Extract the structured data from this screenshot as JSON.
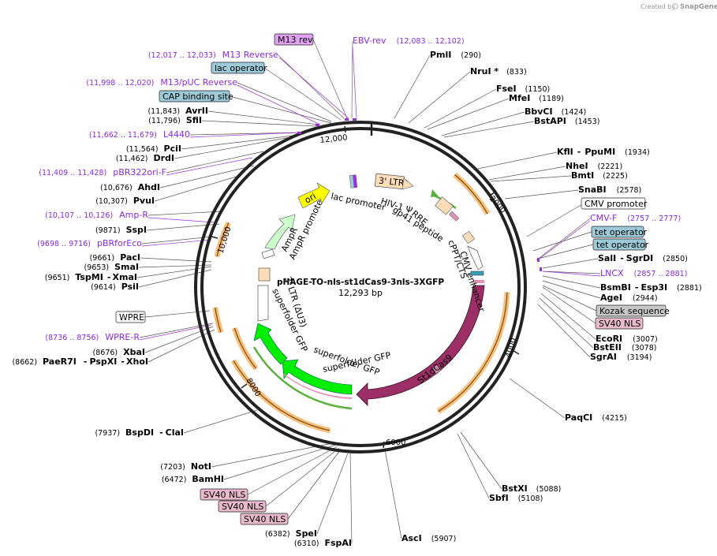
{
  "credit": {
    "prefix": "Created by",
    "brand": "SnapGene"
  },
  "plasmid": {
    "name": "pHAGE-TO-nls-st1dCas9-3nls-3XGFP",
    "length_label": "12,293 bp"
  },
  "ruler_ticks": [
    "2000",
    "4000",
    "6000",
    "8000",
    "10,000",
    "12,000"
  ],
  "sites_right": [
    {
      "name": "PmlI",
      "pos": "(290)"
    },
    {
      "name": "NruI *",
      "pos": "(833)"
    },
    {
      "name": "FseI",
      "pos": "(1150)"
    },
    {
      "name": "MfeI",
      "pos": "(1189)"
    },
    {
      "name": "BbvCI",
      "pos": "(1424)"
    },
    {
      "name": "BstAPI",
      "pos": "(1453)"
    },
    {
      "name": "KflI",
      "sep": "-",
      "name2": "PpuMI",
      "pos": "(1934)"
    },
    {
      "name": "NheI",
      "pos": "(2221)"
    },
    {
      "name": "BmtI",
      "pos": "(2225)"
    },
    {
      "name": "SnaBI",
      "pos": "(2578)"
    },
    {
      "name": "SalI",
      "sep": "-",
      "name2": "SgrDI",
      "pos": "(2850)"
    },
    {
      "name": "BsmBI",
      "sep": "-",
      "name2": "Esp3I",
      "pos": "(2881)"
    },
    {
      "name": "AgeI",
      "pos": "(2944)"
    },
    {
      "name": "EcoRI",
      "pos": "(3007)"
    },
    {
      "name": "BstEII",
      "pos": "(3078)"
    },
    {
      "name": "SgrAI",
      "pos": "(3194)"
    },
    {
      "name": "PaqCI",
      "pos": "(4215)"
    },
    {
      "name": "BstXI",
      "pos": "(5088)"
    },
    {
      "name": "SbfI",
      "pos": "(5108)"
    },
    {
      "name": "AscI",
      "pos": "(5907)"
    }
  ],
  "sites_left": [
    {
      "name": "AvrII",
      "pos": "(11,843)"
    },
    {
      "name": "SfiI",
      "pos": "(11,796)"
    },
    {
      "name": "PciI",
      "pos": "(11,564)"
    },
    {
      "name": "DrdI",
      "pos": "(11,462)"
    },
    {
      "name": "AhdI",
      "pos": "(10,676)"
    },
    {
      "name": "PvuI",
      "pos": "(10,307)"
    },
    {
      "name": "SspI",
      "pos": "(9871)"
    },
    {
      "name": "PacI",
      "pos": "(9661)"
    },
    {
      "name": "SmaI",
      "pos": "(9653)"
    },
    {
      "name": "TspMI",
      "sep": "-",
      "name2": "XmaI",
      "pos": "(9651)"
    },
    {
      "name": "PsiI",
      "pos": "(9614)"
    },
    {
      "name": "XbaI",
      "pos": "(8676)"
    },
    {
      "name": "PaeR7I",
      "sep": "-",
      "name2": "PspXI",
      "sep2": "-",
      "name3": "XhoI",
      "pos": "(8662)"
    },
    {
      "name": "BspDI",
      "sep": "-",
      "name2": "ClaI",
      "pos": "(7937)"
    },
    {
      "name": "NotI",
      "pos": "(7203)"
    },
    {
      "name": "BamHI",
      "pos": "(6472)"
    },
    {
      "name": "SpeI",
      "pos": "(6382)"
    },
    {
      "name": "FspAI",
      "pos": "(6310)"
    }
  ],
  "primers": [
    {
      "name": "EBV-rev",
      "pos": "(12,083 .. 12,102)"
    },
    {
      "name": "M13 Reverse",
      "pos": "(12,017 .. 12,033)"
    },
    {
      "name": "M13/pUC Reverse",
      "pos": "(11,998 .. 12,020)"
    },
    {
      "name": "L4440",
      "pos": "(11,662 .. 11,679)"
    },
    {
      "name": "pBR322ori-F",
      "pos": "(11,409 .. 11,428)"
    },
    {
      "name": "Amp-R",
      "pos": "(10,107 .. 10,126)"
    },
    {
      "name": "pBRforEco",
      "pos": "(9698 .. 9716)"
    },
    {
      "name": "WPRE-R",
      "pos": "(8736 .. 8756)"
    },
    {
      "name": "CMV-F",
      "pos": "(2757 .. 2777)"
    },
    {
      "name": "LNCX",
      "pos": "(2857 .. 2881)"
    }
  ],
  "boxed_labels": [
    {
      "name": "M13 rev",
      "kind": "primer"
    },
    {
      "name": "lac operator",
      "kind": "regulatory"
    },
    {
      "name": "CAP binding site",
      "kind": "regulatory"
    },
    {
      "name": "WPRE",
      "kind": "misc"
    },
    {
      "name": "CMV promoter",
      "kind": "misc"
    },
    {
      "name": "tet operator",
      "kind": "regulatory"
    },
    {
      "name": "tet operator",
      "kind": "regulatory"
    },
    {
      "name": "Kozak sequence",
      "kind": "gray"
    },
    {
      "name": "SV40 NLS",
      "kind": "nls"
    },
    {
      "name": "SV40 NLS",
      "kind": "nls"
    },
    {
      "name": "SV40 NLS",
      "kind": "nls"
    },
    {
      "name": "SV40 NLS",
      "kind": "nls"
    }
  ],
  "features": {
    "ltr3": "3' LTR",
    "hiv": "HIV-1 Ψ",
    "rre": "RRE",
    "gp41": "gp41 peptide",
    "cppt": "cPPT/CTS",
    "cmv_enh": "CMV enhancer",
    "st1dcas9": "St1dCas9",
    "sgfp1": "superfolder GFP",
    "sgfp2": "superfolder GFP",
    "sgfp3": "superfolder GFP",
    "ltr3_du3": "3' LTR (ΔU3)",
    "ampr_prom": "AmpR promoter",
    "ampr": "AmpR",
    "ori": "ori",
    "lac_prom": "lac promoter"
  },
  "colors": {
    "primer": "#9b30d9",
    "cas9": "#9b2f66",
    "gfp": "#00ee00",
    "ori": "#ffff00",
    "ampr": "#ccffcc",
    "ltr": "#ffddbb",
    "regulatory_box": "#9ccad8",
    "nls_box": "#e8b8cc",
    "primer_box": "#e0a0f0",
    "orange_arc": "#f7c07a"
  }
}
